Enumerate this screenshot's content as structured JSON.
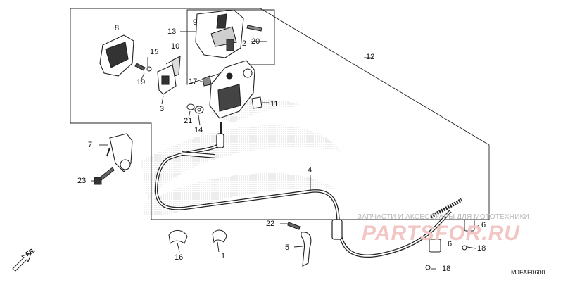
{
  "diagram": {
    "labels": [
      {
        "id": "p1",
        "text": "1"
      },
      {
        "id": "p2",
        "text": "2"
      },
      {
        "id": "p3",
        "text": "3"
      },
      {
        "id": "p4",
        "text": "4"
      },
      {
        "id": "p5",
        "text": "5"
      },
      {
        "id": "p6a",
        "text": "6"
      },
      {
        "id": "p6b",
        "text": "6"
      },
      {
        "id": "p7",
        "text": "7"
      },
      {
        "id": "p8",
        "text": "8"
      },
      {
        "id": "p9",
        "text": "9"
      },
      {
        "id": "p10",
        "text": "10"
      },
      {
        "id": "p11",
        "text": "11"
      },
      {
        "id": "p12",
        "text": "12"
      },
      {
        "id": "p13",
        "text": "13"
      },
      {
        "id": "p14",
        "text": "14"
      },
      {
        "id": "p15",
        "text": "15"
      },
      {
        "id": "p16",
        "text": "16"
      },
      {
        "id": "p17",
        "text": "17"
      },
      {
        "id": "p18a",
        "text": "18"
      },
      {
        "id": "p18b",
        "text": "18"
      },
      {
        "id": "p19",
        "text": "19"
      },
      {
        "id": "p20",
        "text": "20"
      },
      {
        "id": "p21",
        "text": "21"
      },
      {
        "id": "p22",
        "text": "22"
      },
      {
        "id": "p23",
        "text": "23"
      }
    ],
    "direction": "FR.",
    "diagram_code": "MJFAF0600"
  },
  "watermark": {
    "line1": "ЗАПЧАСТИ И АКСЕССУАРЫ ДЛЯ МОТОТЕХНИКИ",
    "line2": "PARTSFOR.RU"
  }
}
